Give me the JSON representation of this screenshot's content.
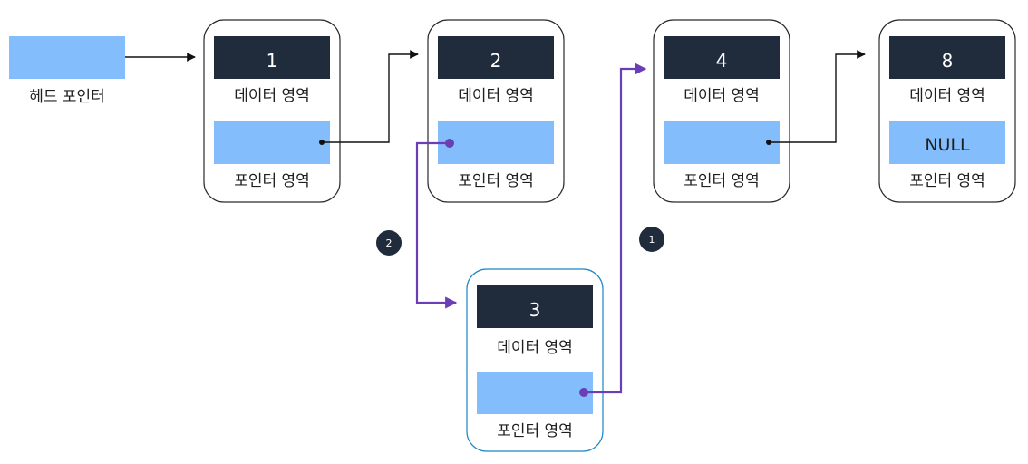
{
  "head_pointer": {
    "label": "헤드 포인터"
  },
  "nodes": [
    {
      "value": "1",
      "data_label": "데이터 영역",
      "pointer_label": "포인터 영역",
      "pointer_value": ""
    },
    {
      "value": "2",
      "data_label": "데이터 영역",
      "pointer_label": "포인터 영역",
      "pointer_value": ""
    },
    {
      "value": "3",
      "data_label": "데이터 영역",
      "pointer_label": "포인터 영역",
      "pointer_value": ""
    },
    {
      "value": "4",
      "data_label": "데이터 영역",
      "pointer_label": "포인터 영역",
      "pointer_value": ""
    },
    {
      "value": "8",
      "data_label": "데이터 영역",
      "pointer_label": "포인터 영역",
      "pointer_value": "NULL"
    }
  ],
  "steps": [
    {
      "label": "1"
    },
    {
      "label": "2"
    }
  ],
  "colors": {
    "data_box": "#202b3c",
    "pointer_box": "#84bdfc",
    "insert_link": "#6a3fb5",
    "inserted_frame": "#1a86c8"
  }
}
